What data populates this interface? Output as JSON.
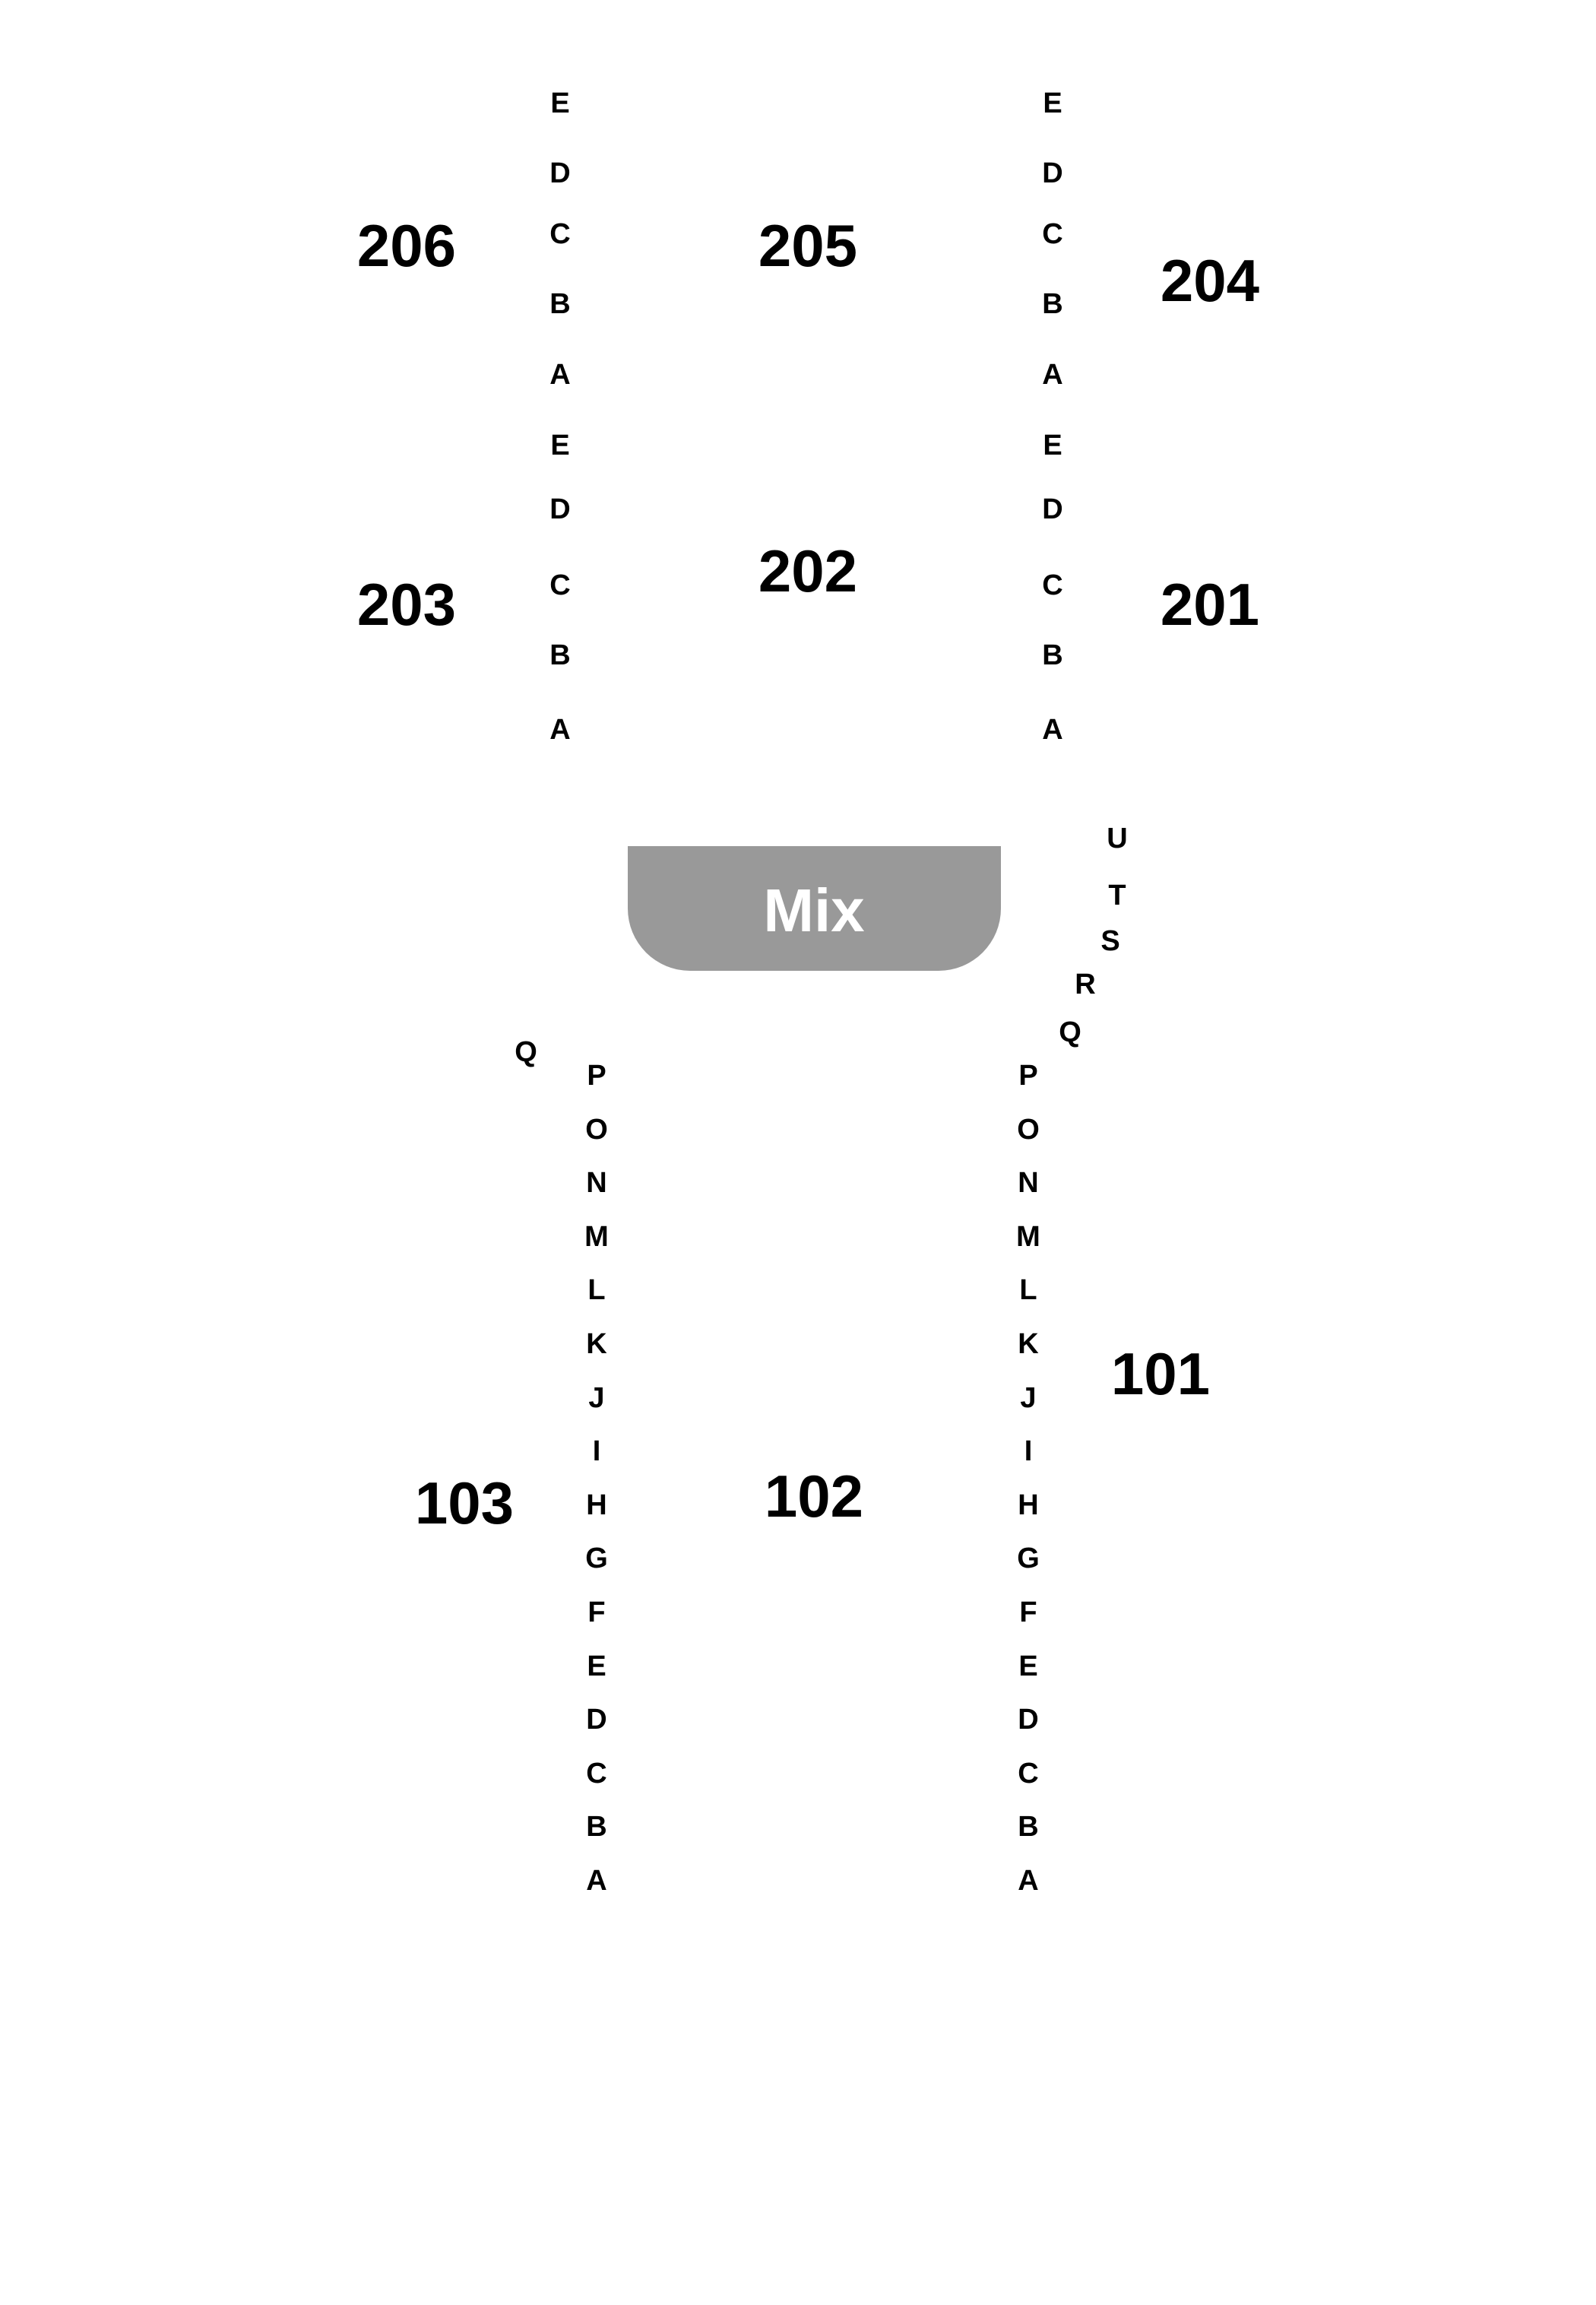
{
  "sections": {
    "s206": "206",
    "s205": "205",
    "s204": "204",
    "s203": "203",
    "s202": "202",
    "s201": "201",
    "s103": "103",
    "s102": "102",
    "s101": "101"
  },
  "mix": {
    "label": "Mix",
    "fill": "#999999",
    "text_color": "#ffffff"
  },
  "upper_rows": [
    "E",
    "D",
    "C",
    "B",
    "A",
    "E",
    "D",
    "C",
    "B",
    "A"
  ],
  "lower_rows": [
    "P",
    "O",
    "N",
    "M",
    "L",
    "K",
    "J",
    "I",
    "H",
    "G",
    "F",
    "E",
    "D",
    "C",
    "B",
    "A"
  ],
  "curve_rows": [
    "U",
    "T",
    "S",
    "R",
    "Q"
  ],
  "left_extra_row": "Q"
}
